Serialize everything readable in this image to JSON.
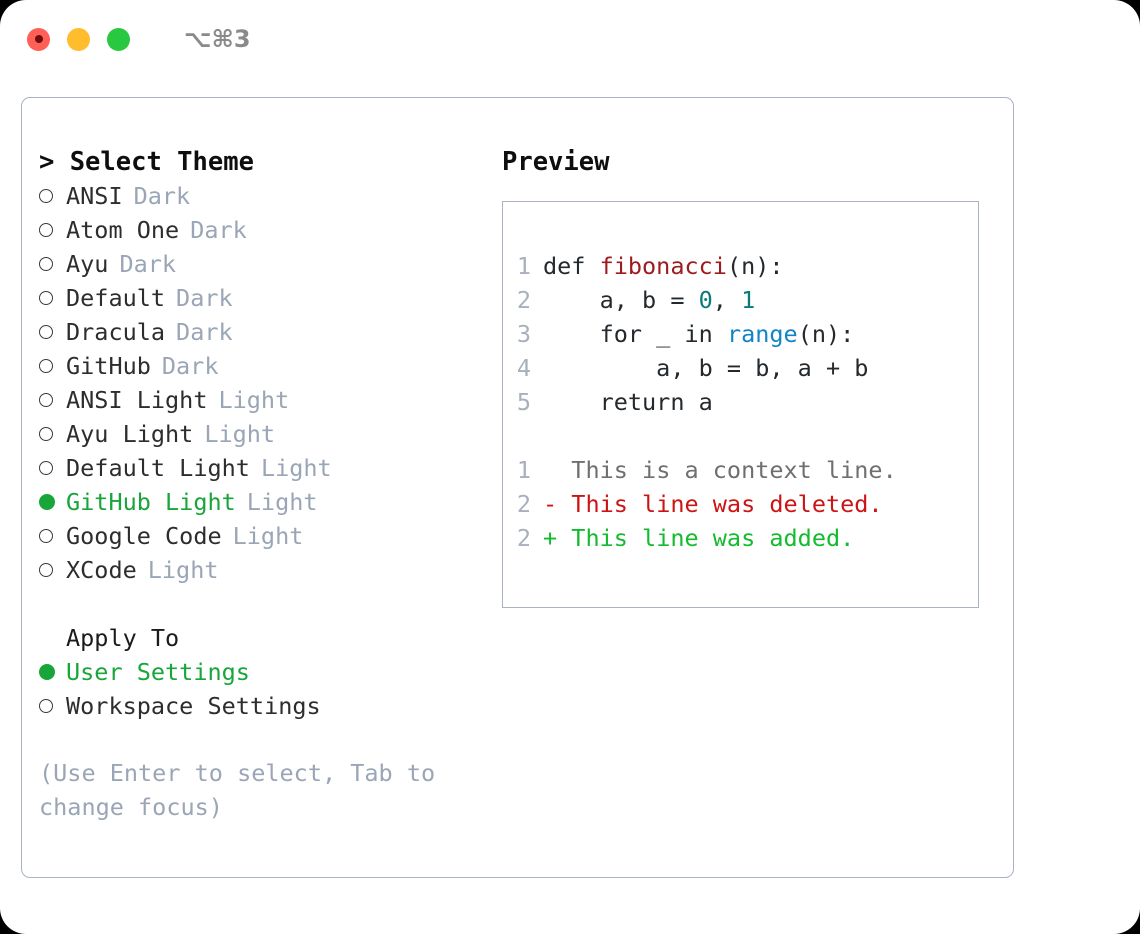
{
  "titlebar": {
    "shortcut": "⌥⌘3",
    "lights": [
      {
        "name": "close",
        "color": "#ff5f57"
      },
      {
        "name": "minimize",
        "color": "#ffbd2e"
      },
      {
        "name": "maximize",
        "color": "#28c840"
      }
    ]
  },
  "theme_list": {
    "header": "> Select Theme",
    "items": [
      {
        "label": "ANSI",
        "category": "Dark",
        "selected": false
      },
      {
        "label": "Atom One",
        "category": "Dark",
        "selected": false
      },
      {
        "label": "Ayu",
        "category": "Dark",
        "selected": false
      },
      {
        "label": "Default",
        "category": "Dark",
        "selected": false
      },
      {
        "label": "Dracula",
        "category": "Dark",
        "selected": false
      },
      {
        "label": "GitHub",
        "category": "Dark",
        "selected": false
      },
      {
        "label": "ANSI Light",
        "category": "Light",
        "selected": false
      },
      {
        "label": "Ayu Light",
        "category": "Light",
        "selected": false
      },
      {
        "label": "Default Light",
        "category": "Light",
        "selected": false
      },
      {
        "label": "GitHub Light",
        "category": "Light",
        "selected": true
      },
      {
        "label": "Google Code",
        "category": "Light",
        "selected": false
      },
      {
        "label": "XCode",
        "category": "Light",
        "selected": false
      }
    ]
  },
  "apply_to": {
    "header": "Apply To",
    "items": [
      {
        "label": "User Settings",
        "selected": true
      },
      {
        "label": "Workspace Settings",
        "selected": false
      }
    ]
  },
  "hint": "(Use Enter to select, Tab to change focus)",
  "preview": {
    "title": "Preview",
    "code_lines": [
      {
        "ln": "1",
        "parts": [
          {
            "t": "def ",
            "c": "code-txt"
          },
          {
            "t": "fibonacci",
            "c": "tok-fn"
          },
          {
            "t": "(n):",
            "c": "code-txt"
          }
        ]
      },
      {
        "ln": "2",
        "parts": [
          {
            "t": "    a, b = ",
            "c": "code-txt"
          },
          {
            "t": "0",
            "c": "tok-num"
          },
          {
            "t": ", ",
            "c": "code-txt"
          },
          {
            "t": "1",
            "c": "tok-num"
          }
        ]
      },
      {
        "ln": "3",
        "parts": [
          {
            "t": "    for _ in ",
            "c": "code-txt"
          },
          {
            "t": "range",
            "c": "tok-call"
          },
          {
            "t": "(n):",
            "c": "code-txt"
          }
        ]
      },
      {
        "ln": "4",
        "parts": [
          {
            "t": "        a, b = b, a + b",
            "c": "code-txt"
          }
        ]
      },
      {
        "ln": "5",
        "parts": [
          {
            "t": "    return a",
            "c": "code-txt"
          }
        ]
      }
    ],
    "diff_lines": [
      {
        "ln": "1",
        "sign": " ",
        "text": "This is a context line.",
        "kind": "diff-context"
      },
      {
        "ln": "2",
        "sign": "-",
        "text": "This line was deleted.",
        "kind": "diff-del"
      },
      {
        "ln": "2",
        "sign": "+",
        "text": "This line was added.",
        "kind": "diff-add"
      }
    ]
  },
  "colors": {
    "accent_green": "#18a63a",
    "muted": "#9aa5b5",
    "border": "#aab3c0",
    "fn_red": "#9e1c20",
    "num_teal": "#0a7a7a",
    "call_blue": "#1184c4",
    "diff_del": "#cc1414",
    "diff_add": "#14bb2e"
  }
}
